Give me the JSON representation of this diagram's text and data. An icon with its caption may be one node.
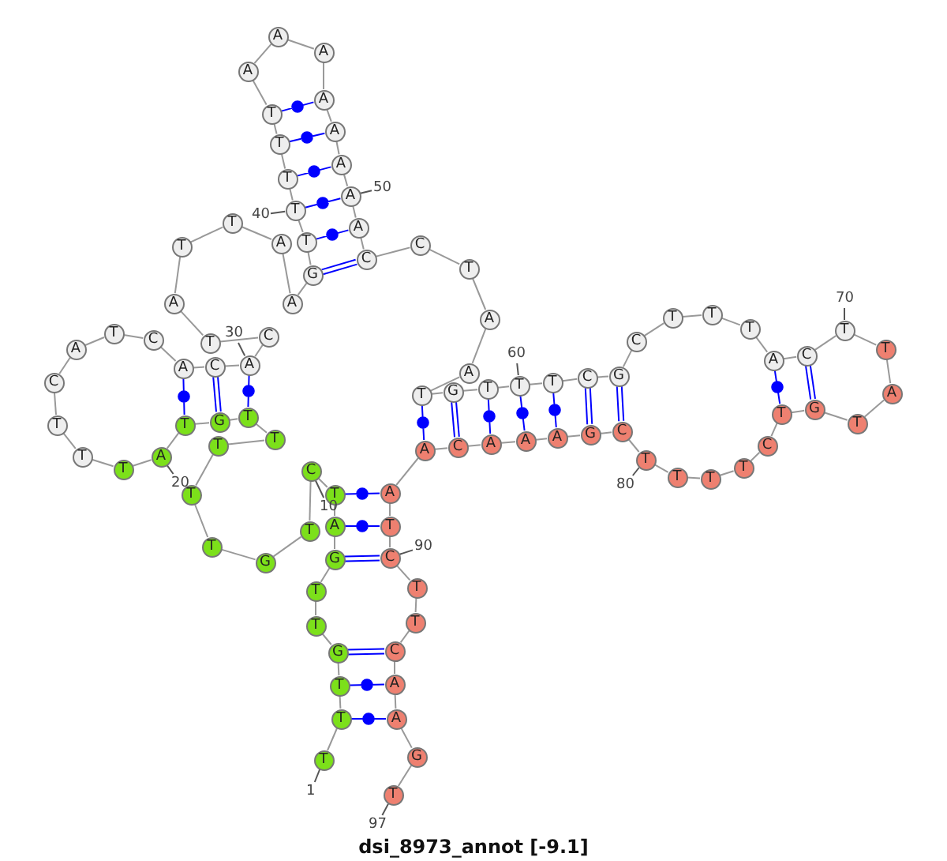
{
  "diagram": {
    "caption": "dsi_8973_annot [-9.1]",
    "nodes": [
      {
        "text": [
          "T"
        ]
      },
      {
        "text": [
          "T"
        ]
      },
      {
        "text": [
          "T"
        ]
      },
      {
        "text": [
          "G"
        ]
      },
      {
        "text": [
          "T"
        ]
      },
      {
        "text": [
          "T"
        ]
      },
      {
        "text": [
          "G"
        ]
      },
      {
        "text": [
          "A"
        ]
      },
      {
        "text": [
          "T"
        ]
      },
      {
        "text": [
          "C"
        ]
      },
      {
        "text": [
          "T"
        ]
      },
      {
        "text": [
          "G"
        ]
      },
      {
        "text": [
          "T"
        ]
      },
      {
        "text": [
          "T"
        ]
      },
      {
        "text": [
          "T"
        ]
      },
      {
        "text": [
          "T"
        ]
      },
      {
        "text": [
          "T"
        ]
      },
      {
        "text": [
          "G"
        ]
      },
      {
        "text": [
          "T"
        ]
      },
      {
        "text": [
          "A"
        ]
      },
      {
        "text": [
          "T"
        ]
      },
      {
        "text": [
          "T"
        ]
      },
      {
        "text": [
          "T"
        ]
      },
      {
        "text": [
          "C"
        ]
      },
      {
        "text": [
          "A"
        ]
      },
      {
        "text": [
          "T"
        ]
      },
      {
        "text": [
          "C"
        ]
      },
      {
        "text": [
          "A"
        ]
      },
      {
        "text": [
          "C"
        ]
      },
      {
        "text": [
          "A"
        ]
      },
      {
        "text": [
          "C"
        ]
      },
      {
        "text": [
          "T"
        ]
      },
      {
        "text": [
          "A"
        ]
      },
      {
        "text": [
          "T"
        ]
      },
      {
        "text": [
          "T"
        ]
      },
      {
        "text": [
          "A"
        ]
      },
      {
        "text": [
          "A"
        ]
      },
      {
        "text": [
          "G"
        ]
      },
      {
        "text": [
          "T"
        ]
      },
      {
        "text": [
          "T"
        ]
      },
      {
        "text": [
          "T"
        ]
      },
      {
        "text": [
          "T"
        ]
      },
      {
        "text": [
          "T"
        ]
      },
      {
        "text": [
          "A"
        ]
      },
      {
        "text": [
          "A"
        ]
      },
      {
        "text": [
          "A"
        ]
      },
      {
        "text": [
          "A"
        ]
      },
      {
        "text": [
          "A"
        ]
      },
      {
        "text": [
          "A"
        ]
      },
      {
        "text": [
          "A"
        ]
      },
      {
        "text": [
          "A"
        ]
      },
      {
        "text": [
          "C"
        ]
      },
      {
        "text": [
          "C"
        ]
      },
      {
        "text": [
          "T"
        ]
      },
      {
        "text": [
          "A"
        ]
      },
      {
        "text": [
          "A"
        ]
      },
      {
        "text": [
          "T"
        ]
      },
      {
        "text": [
          "G"
        ]
      },
      {
        "text": [
          "T"
        ]
      },
      {
        "text": [
          "T"
        ]
      },
      {
        "text": [
          "T"
        ]
      },
      {
        "text": [
          "C"
        ]
      },
      {
        "text": [
          "G"
        ]
      },
      {
        "text": [
          "C"
        ]
      },
      {
        "text": [
          "T"
        ]
      },
      {
        "text": [
          "T"
        ]
      },
      {
        "text": [
          "T"
        ]
      },
      {
        "text": [
          "A"
        ]
      },
      {
        "text": [
          "C"
        ]
      },
      {
        "text": [
          "T"
        ]
      },
      {
        "text": [
          "T"
        ]
      },
      {
        "text": [
          "A"
        ]
      },
      {
        "text": [
          "T"
        ]
      },
      {
        "text": [
          "G"
        ]
      },
      {
        "text": [
          "T"
        ]
      },
      {
        "text": [
          "C"
        ]
      },
      {
        "text": [
          "T"
        ]
      },
      {
        "text": [
          "T"
        ]
      },
      {
        "text": [
          "T"
        ]
      },
      {
        "text": [
          "T"
        ]
      },
      {
        "text": [
          "C"
        ]
      },
      {
        "text": [
          "G"
        ]
      },
      {
        "text": [
          "A"
        ]
      },
      {
        "text": [
          "A"
        ]
      },
      {
        "text": [
          "A"
        ]
      },
      {
        "text": [
          "C"
        ]
      },
      {
        "text": [
          "A"
        ]
      },
      {
        "text": [
          "A"
        ]
      },
      {
        "text": [
          "T"
        ]
      },
      {
        "text": [
          "C"
        ]
      },
      {
        "text": [
          "T"
        ]
      },
      {
        "text": [
          "T"
        ]
      },
      {
        "text": [
          "C"
        ]
      },
      {
        "text": [
          "A"
        ]
      },
      {
        "text": [
          "A"
        ]
      },
      {
        "text": [
          "G"
        ]
      },
      {
        "text": [
          "T"
        ]
      },
      {
        "text": [
          "1"
        ]
      },
      {
        "text": [
          "10"
        ]
      },
      {
        "text": [
          "20"
        ]
      },
      {
        "text": [
          "30"
        ]
      },
      {
        "text": [
          "40"
        ]
      },
      {
        "text": [
          "50"
        ]
      },
      {
        "text": [
          "60"
        ]
      },
      {
        "text": [
          "70"
        ]
      },
      {
        "text": [
          "80"
        ]
      },
      {
        "text": [
          "90"
        ]
      },
      {
        "text": [
          "97"
        ]
      }
    ],
    "edges": [
      {
        "from": 0,
        "to": 1,
        "arrow": "none"
      },
      {
        "from": 1,
        "to": 2,
        "arrow": "none"
      },
      {
        "from": 2,
        "to": 3,
        "arrow": "none"
      },
      {
        "from": 3,
        "to": 4,
        "arrow": "none"
      },
      {
        "from": 4,
        "to": 5,
        "arrow": "none"
      },
      {
        "from": 5,
        "to": 6,
        "arrow": "none"
      },
      {
        "from": 6,
        "to": 7,
        "arrow": "none"
      },
      {
        "from": 7,
        "to": 8,
        "arrow": "none"
      },
      {
        "from": 8,
        "to": 9,
        "arrow": "none"
      },
      {
        "from": 9,
        "to": 10,
        "arrow": "none"
      },
      {
        "from": 10,
        "to": 11,
        "arrow": "none"
      },
      {
        "from": 11,
        "to": 12,
        "arrow": "none"
      },
      {
        "from": 12,
        "to": 13,
        "arrow": "none"
      },
      {
        "from": 13,
        "to": 14,
        "arrow": "none"
      },
      {
        "from": 14,
        "to": 15,
        "arrow": "none"
      },
      {
        "from": 15,
        "to": 16,
        "arrow": "none"
      },
      {
        "from": 16,
        "to": 17,
        "arrow": "none"
      },
      {
        "from": 17,
        "to": 18,
        "arrow": "none"
      },
      {
        "from": 18,
        "to": 19,
        "arrow": "none"
      },
      {
        "from": 19,
        "to": 20,
        "arrow": "none"
      },
      {
        "from": 20,
        "to": 21,
        "arrow": "none"
      },
      {
        "from": 21,
        "to": 22,
        "arrow": "none"
      },
      {
        "from": 22,
        "to": 23,
        "arrow": "none"
      },
      {
        "from": 23,
        "to": 24,
        "arrow": "none"
      },
      {
        "from": 24,
        "to": 25,
        "arrow": "none"
      },
      {
        "from": 25,
        "to": 26,
        "arrow": "none"
      },
      {
        "from": 26,
        "to": 27,
        "arrow": "none"
      },
      {
        "from": 27,
        "to": 28,
        "arrow": "none"
      },
      {
        "from": 28,
        "to": 29,
        "arrow": "none"
      },
      {
        "from": 29,
        "to": 30,
        "arrow": "none"
      },
      {
        "from": 30,
        "to": 31,
        "arrow": "none"
      },
      {
        "from": 31,
        "to": 32,
        "arrow": "none"
      },
      {
        "from": 32,
        "to": 33,
        "arrow": "none"
      },
      {
        "from": 33,
        "to": 34,
        "arrow": "none"
      },
      {
        "from": 34,
        "to": 35,
        "arrow": "none"
      },
      {
        "from": 35,
        "to": 36,
        "arrow": "none"
      },
      {
        "from": 36,
        "to": 37,
        "arrow": "none"
      },
      {
        "from": 37,
        "to": 38,
        "arrow": "none"
      },
      {
        "from": 38,
        "to": 39,
        "arrow": "none"
      },
      {
        "from": 39,
        "to": 40,
        "arrow": "none"
      },
      {
        "from": 40,
        "to": 41,
        "arrow": "none"
      },
      {
        "from": 41,
        "to": 42,
        "arrow": "none"
      },
      {
        "from": 42,
        "to": 43,
        "arrow": "none"
      },
      {
        "from": 43,
        "to": 44,
        "arrow": "none"
      },
      {
        "from": 44,
        "to": 45,
        "arrow": "none"
      },
      {
        "from": 45,
        "to": 46,
        "arrow": "none"
      },
      {
        "from": 46,
        "to": 47,
        "arrow": "none"
      },
      {
        "from": 47,
        "to": 48,
        "arrow": "none"
      },
      {
        "from": 48,
        "to": 49,
        "arrow": "none"
      },
      {
        "from": 49,
        "to": 50,
        "arrow": "none"
      },
      {
        "from": 50,
        "to": 51,
        "arrow": "none"
      },
      {
        "from": 51,
        "to": 52,
        "arrow": "none"
      },
      {
        "from": 52,
        "to": 53,
        "arrow": "none"
      },
      {
        "from": 53,
        "to": 54,
        "arrow": "none"
      },
      {
        "from": 54,
        "to": 55,
        "arrow": "none"
      },
      {
        "from": 55,
        "to": 56,
        "arrow": "none"
      },
      {
        "from": 56,
        "to": 57,
        "arrow": "none"
      },
      {
        "from": 57,
        "to": 58,
        "arrow": "none"
      },
      {
        "from": 58,
        "to": 59,
        "arrow": "none"
      },
      {
        "from": 59,
        "to": 60,
        "arrow": "none"
      },
      {
        "from": 60,
        "to": 61,
        "arrow": "none"
      },
      {
        "from": 61,
        "to": 62,
        "arrow": "none"
      },
      {
        "from": 62,
        "to": 63,
        "arrow": "none"
      },
      {
        "from": 63,
        "to": 64,
        "arrow": "none"
      },
      {
        "from": 64,
        "to": 65,
        "arrow": "none"
      },
      {
        "from": 65,
        "to": 66,
        "arrow": "none"
      },
      {
        "from": 66,
        "to": 67,
        "arrow": "none"
      },
      {
        "from": 67,
        "to": 68,
        "arrow": "none"
      },
      {
        "from": 68,
        "to": 69,
        "arrow": "none"
      },
      {
        "from": 69,
        "to": 70,
        "arrow": "none"
      },
      {
        "from": 70,
        "to": 71,
        "arrow": "none"
      },
      {
        "from": 71,
        "to": 72,
        "arrow": "none"
      },
      {
        "from": 72,
        "to": 73,
        "arrow": "none"
      },
      {
        "from": 73,
        "to": 74,
        "arrow": "none"
      },
      {
        "from": 74,
        "to": 75,
        "arrow": "none"
      },
      {
        "from": 75,
        "to": 76,
        "arrow": "none"
      },
      {
        "from": 76,
        "to": 77,
        "arrow": "none"
      },
      {
        "from": 77,
        "to": 78,
        "arrow": "none"
      },
      {
        "from": 78,
        "to": 79,
        "arrow": "none"
      },
      {
        "from": 79,
        "to": 80,
        "arrow": "none"
      },
      {
        "from": 80,
        "to": 81,
        "arrow": "none"
      },
      {
        "from": 81,
        "to": 82,
        "arrow": "none"
      },
      {
        "from": 82,
        "to": 83,
        "arrow": "none"
      },
      {
        "from": 83,
        "to": 84,
        "arrow": "none"
      },
      {
        "from": 84,
        "to": 85,
        "arrow": "none"
      },
      {
        "from": 85,
        "to": 86,
        "arrow": "none"
      },
      {
        "from": 86,
        "to": 87,
        "arrow": "none"
      },
      {
        "from": 87,
        "to": 88,
        "arrow": "none"
      },
      {
        "from": 88,
        "to": 89,
        "arrow": "none"
      },
      {
        "from": 89,
        "to": 90,
        "arrow": "none"
      },
      {
        "from": 90,
        "to": 91,
        "arrow": "none"
      },
      {
        "from": 91,
        "to": 92,
        "arrow": "none"
      },
      {
        "from": 92,
        "to": 93,
        "arrow": "none"
      },
      {
        "from": 93,
        "to": 94,
        "arrow": "none"
      },
      {
        "from": 94,
        "to": 95,
        "arrow": "none"
      },
      {
        "from": 95,
        "to": 96,
        "arrow": "none"
      },
      {
        "from": 1,
        "to": 94,
        "arrow": "none",
        "color": "#0000ff"
      },
      {
        "from": 2,
        "to": 93,
        "arrow": "none",
        "color": "#0000ff"
      },
      {
        "from": 3,
        "to": 92,
        "arrow": "none",
        "color": "#0000ff"
      },
      {
        "from": 6,
        "to": 89,
        "arrow": "none",
        "color": "#0000ff"
      },
      {
        "from": 7,
        "to": 88,
        "arrow": "none",
        "color": "#0000ff"
      },
      {
        "from": 8,
        "to": 87,
        "arrow": "none",
        "color": "#0000ff"
      },
      {
        "from": 16,
        "to": 29,
        "arrow": "none",
        "color": "#0000ff"
      },
      {
        "from": 17,
        "to": 28,
        "arrow": "none",
        "color": "#0000ff"
      },
      {
        "from": 18,
        "to": 27,
        "arrow": "none",
        "color": "#0000ff"
      },
      {
        "from": 37,
        "to": 51,
        "arrow": "none",
        "color": "#0000ff"
      },
      {
        "from": 38,
        "to": 50,
        "arrow": "none",
        "color": "#0000ff"
      },
      {
        "from": 39,
        "to": 49,
        "arrow": "none",
        "color": "#0000ff"
      },
      {
        "from": 40,
        "to": 48,
        "arrow": "none",
        "color": "#0000ff"
      },
      {
        "from": 41,
        "to": 47,
        "arrow": "none",
        "color": "#0000ff"
      },
      {
        "from": 42,
        "to": 46,
        "arrow": "none",
        "color": "#0000ff"
      },
      {
        "from": 56,
        "to": 86,
        "arrow": "none",
        "color": "#0000ff"
      },
      {
        "from": 57,
        "to": 85,
        "arrow": "none",
        "color": "#0000ff"
      },
      {
        "from": 58,
        "to": 84,
        "arrow": "none",
        "color": "#0000ff"
      },
      {
        "from": 59,
        "to": 83,
        "arrow": "none",
        "color": "#0000ff"
      },
      {
        "from": 60,
        "to": 82,
        "arrow": "none",
        "color": "#0000ff"
      },
      {
        "from": 61,
        "to": 81,
        "arrow": "none",
        "color": "#0000ff"
      },
      {
        "from": 62,
        "to": 80,
        "arrow": "none",
        "color": "#0000ff"
      },
      {
        "from": 67,
        "to": 74,
        "arrow": "none",
        "color": "#0000ff"
      },
      {
        "from": 68,
        "to": 73,
        "arrow": "none",
        "color": "#0000ff"
      },
      {
        "from": 97,
        "to": 0,
        "arrow": "none"
      },
      {
        "from": 98,
        "to": 9,
        "arrow": "none"
      },
      {
        "from": 99,
        "to": 19,
        "arrow": "none"
      },
      {
        "from": 100,
        "to": 29,
        "arrow": "none"
      },
      {
        "from": 101,
        "to": 39,
        "arrow": "none"
      },
      {
        "from": 102,
        "to": 49,
        "arrow": "none"
      },
      {
        "from": 103,
        "to": 59,
        "arrow": "none"
      },
      {
        "from": 104,
        "to": 69,
        "arrow": "none"
      },
      {
        "from": 105,
        "to": 79,
        "arrow": "none"
      },
      {
        "from": 106,
        "to": 89,
        "arrow": "none"
      },
      {
        "from": 107,
        "to": 96,
        "arrow": "none"
      }
    ]
  }
}
